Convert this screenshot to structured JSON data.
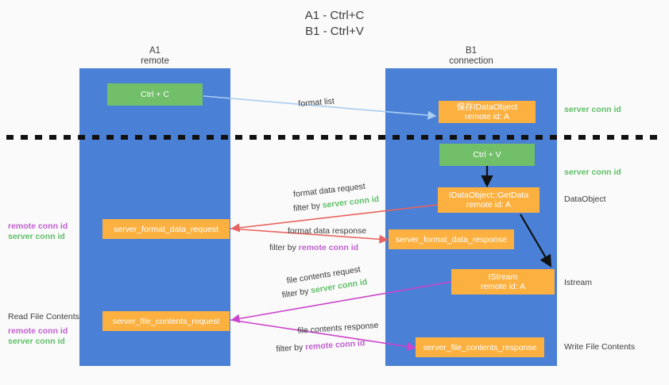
{
  "title": {
    "line1": "A1 - Ctrl+C",
    "line2": "B1 - Ctrl+V"
  },
  "columns": [
    {
      "name": "A1",
      "sub": "remote"
    },
    {
      "name": "B1",
      "sub": "connection"
    }
  ],
  "boxes": {
    "ctrl_c": {
      "l1": "Ctrl + C",
      "l2": ""
    },
    "save_dataobject": {
      "l1": "保存IDataObject",
      "l2": "remote id: A"
    },
    "ctrl_v": {
      "l1": "Ctrl + V",
      "l2": ""
    },
    "getdata": {
      "l1": "IDataObject::GetData",
      "l2": "remote id: A"
    },
    "format_req": {
      "l1": "server_format_data_request",
      "l2": ""
    },
    "format_resp": {
      "l1": "server_format_data_response",
      "l2": ""
    },
    "istream": {
      "l1": "IStream",
      "l2": "remote id: A"
    },
    "file_req": {
      "l1": "server_file_contents_request",
      "l2": ""
    },
    "file_resp": {
      "l1": "server_file_contents_response",
      "l2": ""
    }
  },
  "edge_labels": {
    "format_list": "format list",
    "format_data_request": "format data request",
    "format_data_request_filter_pre": "filter by ",
    "format_data_request_filter_key": "server conn id",
    "format_data_response": "format data response",
    "format_data_response_filter_pre": "filter by ",
    "format_data_response_filter_key": "remote conn id",
    "file_contents_request": "file contents request",
    "file_contents_request_filter_pre": "filter by ",
    "file_contents_request_filter_key": "server conn id",
    "file_contents_response": "file contents response",
    "file_contents_response_filter_pre": "filter by ",
    "file_contents_response_filter_key": "remote conn id"
  },
  "right_labels": {
    "server_conn_id_top": "server conn id",
    "server_conn_id_mid": "server conn id",
    "dataobject": "DataObject",
    "istream": "Istream",
    "write_file_contents": "Write File Contents"
  },
  "left_labels": {
    "remote_conn_id_1": "remote conn id",
    "server_conn_id_1": "server conn id",
    "read_file_contents": "Read File Contents",
    "remote_conn_id_2": "remote conn id",
    "server_conn_id_2": "server conn id"
  },
  "colors": {
    "column_blue": "#4a80d6",
    "box_green": "#72bf6a",
    "box_orange": "#fbb040",
    "arrow_lightblue": "#a8cdf0",
    "arrow_red": "#e8635f",
    "arrow_magenta": "#cc44cc",
    "arrow_black": "#111111",
    "text_green": "#5fbf68",
    "text_purple": "#c05fd0",
    "background": "#fafafa"
  }
}
